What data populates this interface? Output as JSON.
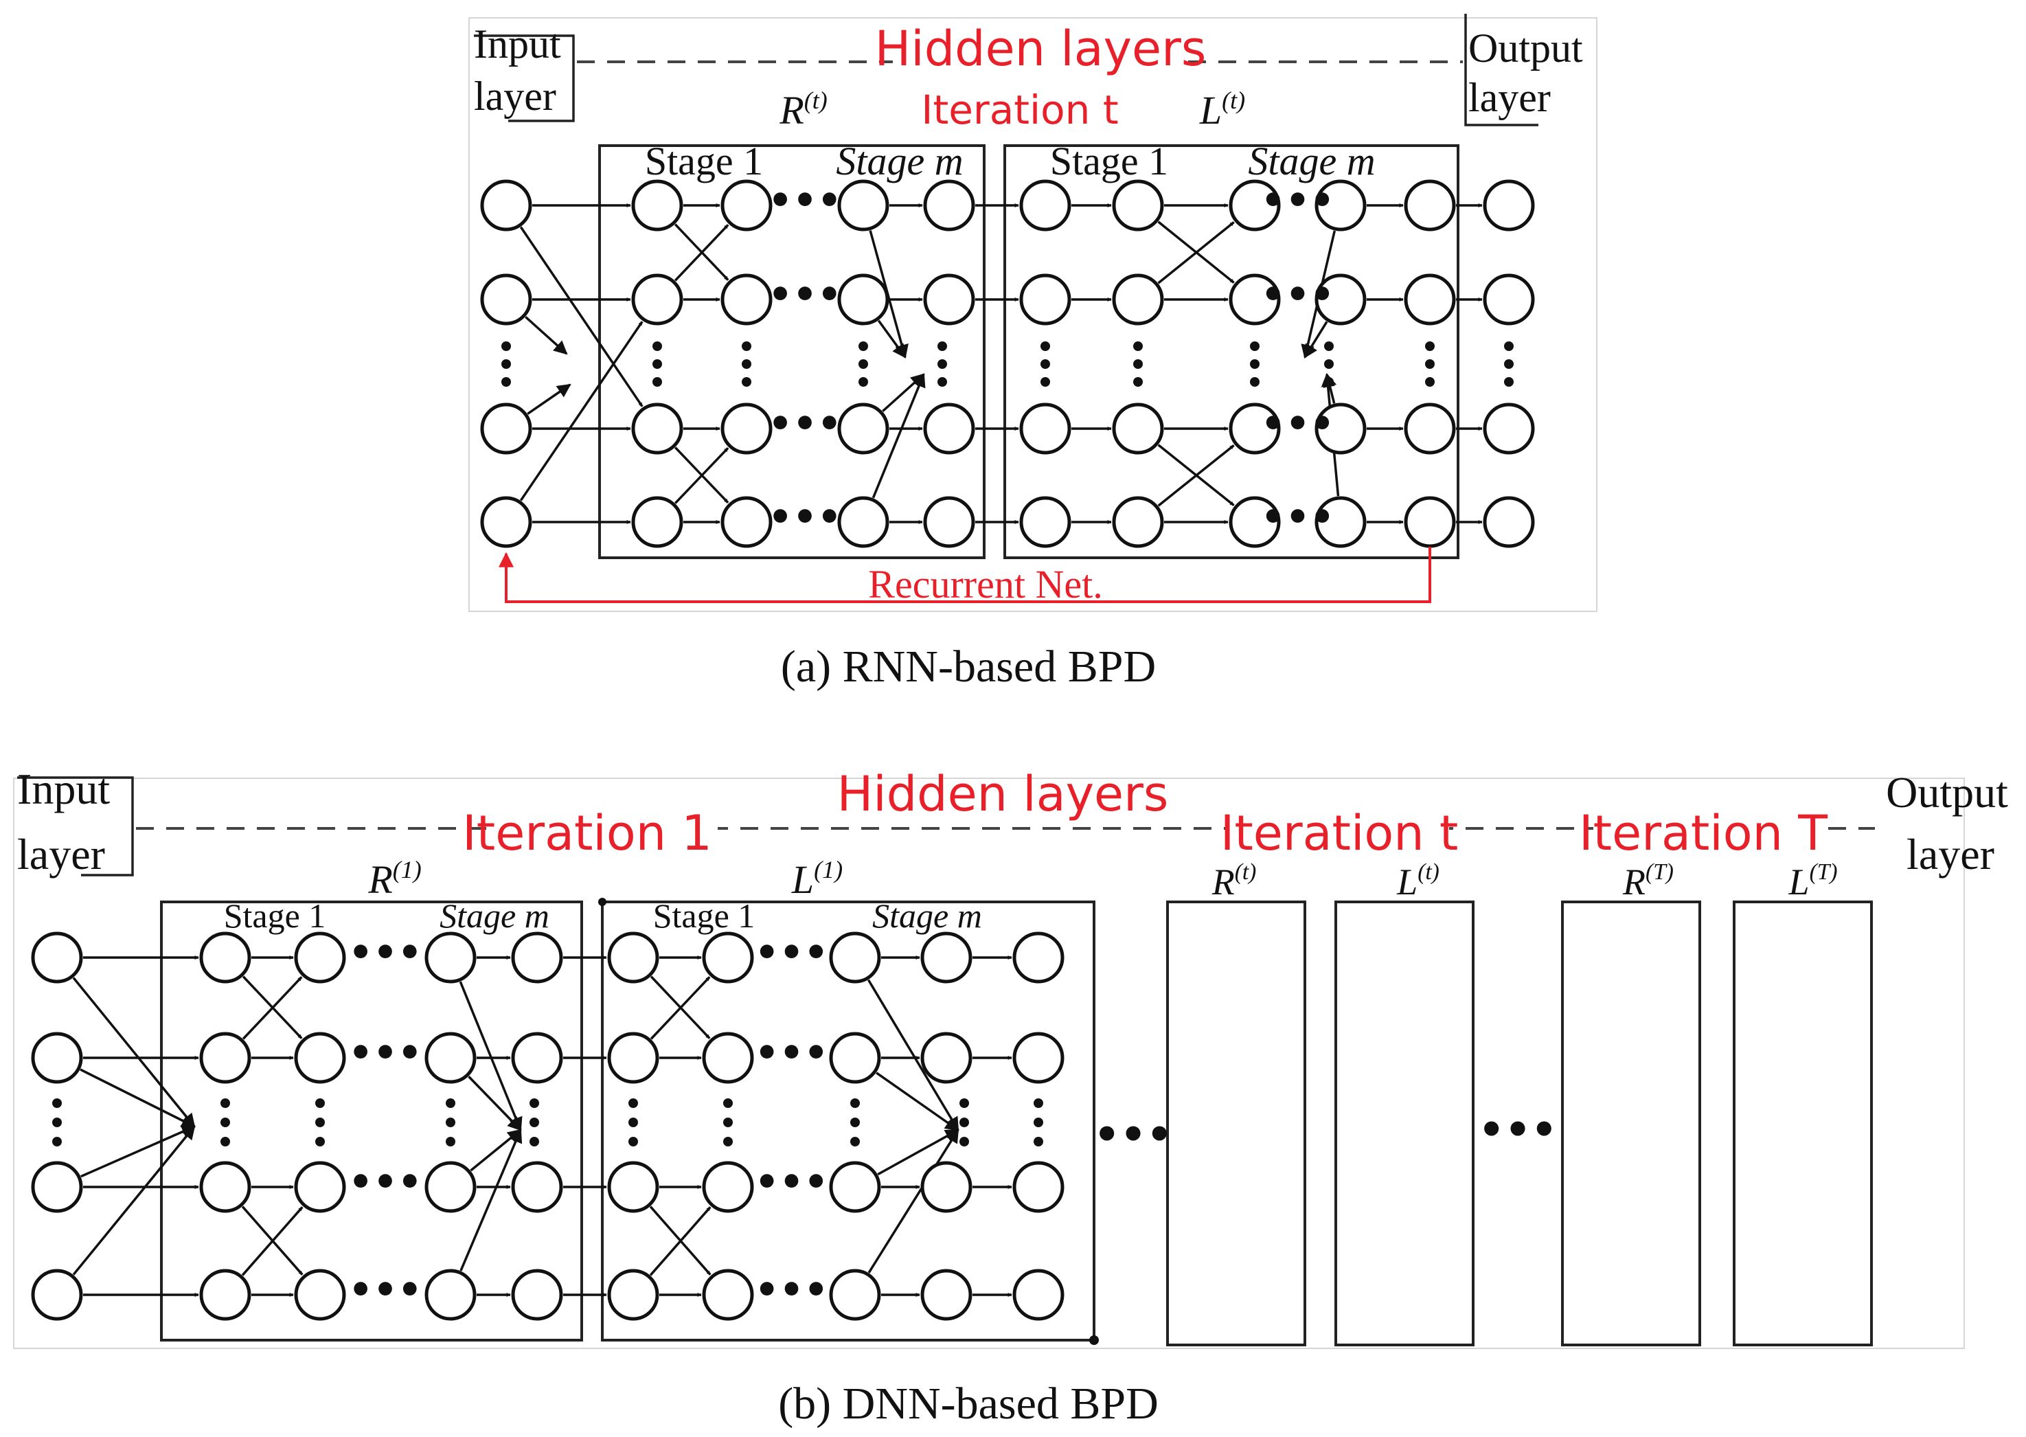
{
  "panel_a": {
    "input_label_1": "Input",
    "input_label_2": "layer",
    "hidden_label": "Hidden layers",
    "output_label_1": "Output",
    "output_label_2": "layer",
    "iteration_label": "Iteration t",
    "r_label": "R(t)",
    "l_label": "L(t)",
    "stage_1": "Stage 1",
    "stage_m": "Stage m",
    "recurrent_label": "Recurrent Net.",
    "caption": "(a) RNN-based BPD"
  },
  "panel_b": {
    "input_label_1": "Input",
    "input_label_2": "layer",
    "hidden_label": "Hidden layers",
    "output_label_1": "Output",
    "output_label_2": "layer",
    "iteration_1": "Iteration 1",
    "iteration_t": "Iteration t",
    "iteration_T": "Iteration T",
    "r_1": "R(1)",
    "l_1": "L(1)",
    "r_t": "R(t)",
    "l_t": "L(t)",
    "r_T": "R(T)",
    "l_T": "L(T)",
    "stage_1": "Stage 1",
    "stage_m": "Stage m",
    "caption": "(b) DNN-based BPD"
  },
  "symbols": {
    "ellipsis": "•••",
    "vdots": "⋮"
  },
  "colors": {
    "accent": "#e8202a",
    "ink": "#111111"
  }
}
